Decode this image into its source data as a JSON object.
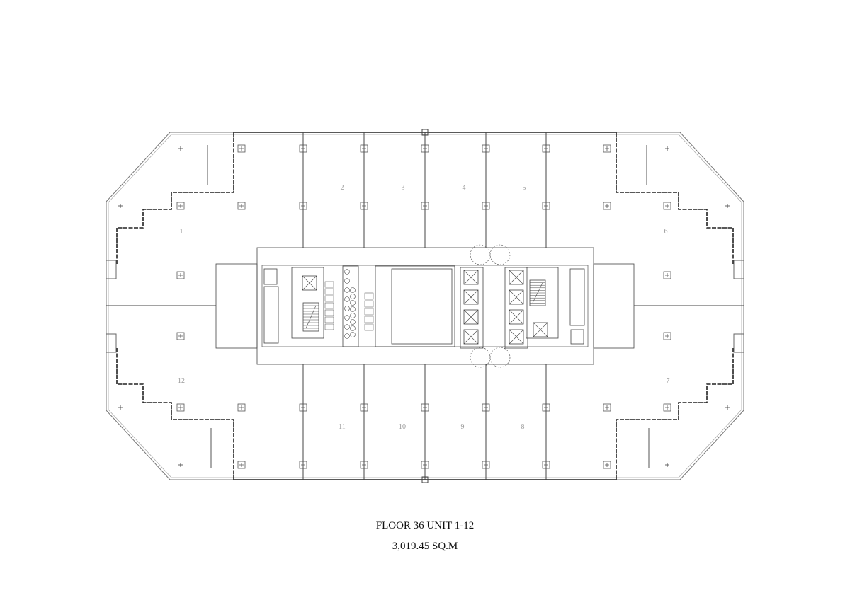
{
  "title": "FLOOR 36 UNIT 1-12",
  "area": "3,019.45 SQ.M",
  "units": [
    "1",
    "2",
    "3",
    "4",
    "5",
    "6",
    "7",
    "8",
    "9",
    "10",
    "11",
    "12"
  ]
}
